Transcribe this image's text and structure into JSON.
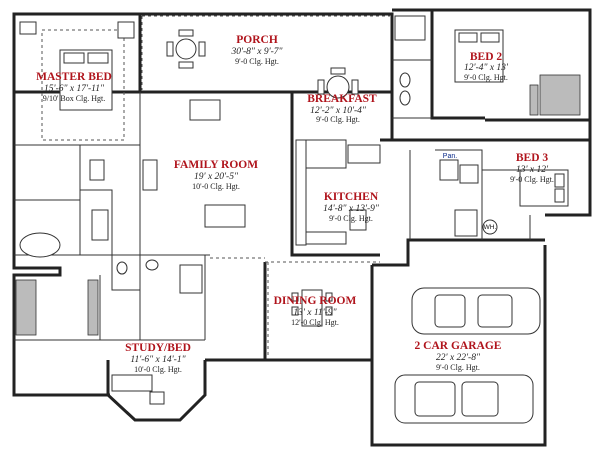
{
  "rooms": {
    "porch": {
      "name": "PORCH",
      "dims": "30'-8\" x 9'-7\"",
      "ceiling": "9'-0 Clg. Hgt."
    },
    "master_bed": {
      "name": "MASTER BED",
      "dims": "15'-6\" x 17'-11\"",
      "ceiling": "9/10' Box Clg. Hgt."
    },
    "breakfast": {
      "name": "BREAKFAST",
      "dims": "12'-2\" x 10'-4\"",
      "ceiling": "9'-0 Clg. Hgt."
    },
    "bed2": {
      "name": "BED 2",
      "dims": "12'-4\" x 13'",
      "ceiling": "9'-0 Clg. Hgt."
    },
    "family_room": {
      "name": "FAMILY ROOM",
      "dims": "19' x 20'-5\"",
      "ceiling": "10'-0 Clg. Hgt."
    },
    "kitchen": {
      "name": "KITCHEN",
      "dims": "14'-8\" x 13'-9\"",
      "ceiling": "9'-0 Clg. Hgt."
    },
    "bed3": {
      "name": "BED 3",
      "dims": "13' x 12'",
      "ceiling": "9'-0 Clg. Hgt."
    },
    "dining_room": {
      "name": "DINING ROOM",
      "dims": "13' x 11'-9\"",
      "ceiling": "12'-0 Clg. Hgt."
    },
    "garage": {
      "name": "2 CAR GARAGE",
      "dims": "22' x 22'-8\"",
      "ceiling": "9'-0 Clg. Hgt."
    },
    "study": {
      "name": "STUDY/BED",
      "dims": "11'-6\" x 14'-1\"",
      "ceiling": "10'-0 Clg. Hgt."
    }
  },
  "labels": {
    "pantry": "Pan.",
    "water_heater": "WH."
  }
}
